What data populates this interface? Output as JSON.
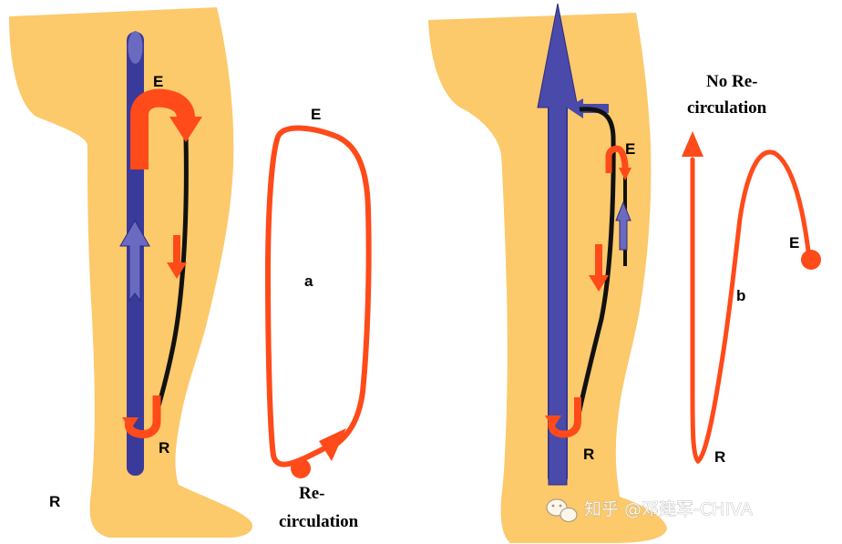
{
  "colors": {
    "skin": "#FCC96B",
    "vein_blue": "#3A3A9A",
    "vein_blue_light": "#6A6AC0",
    "arrow_red": "#FF4A1A",
    "line_black": "#111111",
    "text": "#000000"
  },
  "left_panel": {
    "label_E_leg": "E",
    "label_R_leg": "R",
    "label_R_foot": "R",
    "loop_label_E": "E",
    "loop_label_a": "a",
    "caption_line1": "Re-",
    "caption_line2": "circulation"
  },
  "right_panel": {
    "label_E_leg": "E",
    "label_R_leg": "R",
    "title_line1": "No Re-",
    "title_line2": "circulation",
    "curve_label_E": "E",
    "curve_label_b": "b",
    "curve_label_R": "R"
  },
  "watermark": {
    "text": "知乎 @邓建军-CHIVA",
    "icon": "wechat-icon"
  }
}
